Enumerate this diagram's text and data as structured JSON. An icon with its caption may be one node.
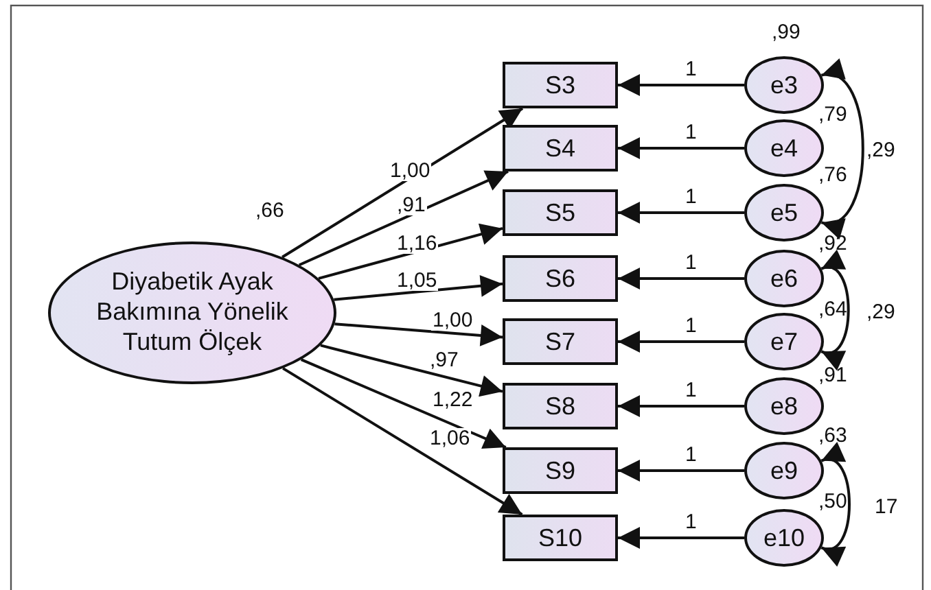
{
  "diagram": {
    "nodes": [
      {
        "text": [
          "Diyabetik Ayak Bakımına Yönelik Tutum Ölçek"
        ],
        "beside": [
          ",66"
        ]
      },
      {
        "text": [
          "S3"
        ]
      },
      {
        "text": [
          "S4"
        ]
      },
      {
        "text": [
          "S5"
        ]
      },
      {
        "text": [
          "S6"
        ]
      },
      {
        "text": [
          "S7"
        ]
      },
      {
        "text": [
          "S8"
        ]
      },
      {
        "text": [
          "S9"
        ]
      },
      {
        "text": [
          "S10"
        ]
      },
      {
        "text": [
          "e3"
        ]
      },
      {
        "text": [
          "e4"
        ]
      },
      {
        "text": [
          "e5"
        ]
      },
      {
        "text": [
          "e6"
        ]
      },
      {
        "text": [
          "e7"
        ]
      },
      {
        "text": [
          "e8"
        ]
      },
      {
        "text": [
          "e9"
        ]
      },
      {
        "text": [
          "e10"
        ]
      }
    ],
    "edges": [
      {
        "from": 0,
        "to": 1,
        "arrow": "to",
        "label": "1,00"
      },
      {
        "from": 0,
        "to": 2,
        "arrow": "to",
        "label": ",91"
      },
      {
        "from": 0,
        "to": 3,
        "arrow": "to",
        "label": "1,16"
      },
      {
        "from": 0,
        "to": 4,
        "arrow": "to",
        "label": "1,05"
      },
      {
        "from": 0,
        "to": 5,
        "arrow": "to",
        "label": "1,00"
      },
      {
        "from": 0,
        "to": 6,
        "arrow": "to",
        "label": ",97"
      },
      {
        "from": 0,
        "to": 7,
        "arrow": "to",
        "label": "1,22"
      },
      {
        "from": 0,
        "to": 8,
        "arrow": "to",
        "label": "1,06"
      },
      {
        "from": 9,
        "to": 1,
        "arrow": "to",
        "label": "1"
      },
      {
        "from": 10,
        "to": 2,
        "arrow": "to",
        "label": "1"
      },
      {
        "from": 11,
        "to": 3,
        "arrow": "to",
        "label": "1"
      },
      {
        "from": 12,
        "to": 4,
        "arrow": "to",
        "label": "1"
      },
      {
        "from": 13,
        "to": 5,
        "arrow": "to",
        "label": "1"
      },
      {
        "from": 14,
        "to": 6,
        "arrow": "to",
        "label": "1"
      },
      {
        "from": 15,
        "to": 7,
        "arrow": "to",
        "label": "1"
      },
      {
        "from": 16,
        "to": 8,
        "arrow": "to",
        "label": "1"
      },
      {
        "from": 9,
        "to": 11,
        "arrow": "both",
        "label": ",29"
      },
      {
        "from": 12,
        "to": 13,
        "arrow": "both",
        "label": ",29"
      },
      {
        "from": 15,
        "to": 16,
        "arrow": "both",
        "label": "17"
      }
    ],
    "labels": [
      ",99",
      ",79",
      ",76",
      ",92",
      ",64",
      ",91",
      ",63",
      ",50"
    ]
  }
}
